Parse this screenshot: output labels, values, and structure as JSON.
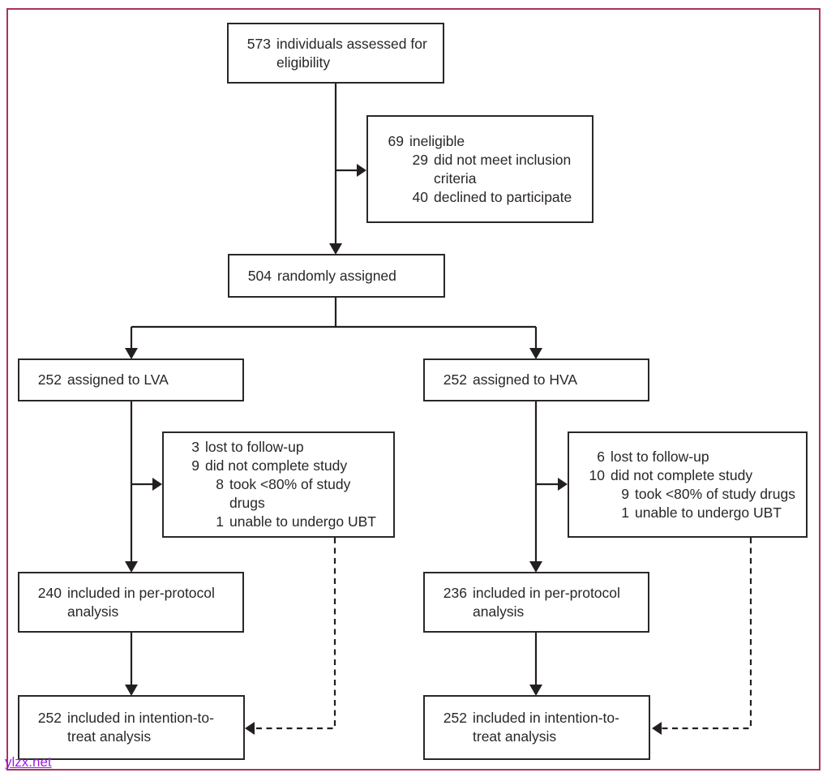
{
  "page": {
    "watermark": "ylzx.net"
  },
  "colors": {
    "frame_border": "#a83558",
    "box_border": "#2b2728",
    "text": "#2a2627",
    "connector": "#231f20",
    "watermark": "#a21ae8"
  },
  "diagram_type": "consort-flowchart",
  "boxes": {
    "assessed": {
      "lines": [
        {
          "num": "573",
          "text": "individuals assessed for eligibility"
        }
      ]
    },
    "ineligible": {
      "lines": [
        {
          "num": "69",
          "text": "ineligible"
        },
        {
          "num": "29",
          "text": "did not meet inclusion criteria"
        },
        {
          "num": "40",
          "text": "declined to participate"
        }
      ]
    },
    "randomized": {
      "lines": [
        {
          "num": "504",
          "text": "randomly assigned"
        }
      ]
    },
    "lva": {
      "lines": [
        {
          "num": "252",
          "text": "assigned to LVA"
        }
      ]
    },
    "hva": {
      "lines": [
        {
          "num": "252",
          "text": "assigned to HVA"
        }
      ]
    },
    "lost_lva": {
      "lines": [
        {
          "num": "3",
          "text": "lost to follow-up"
        },
        {
          "num": "9",
          "text": "did not complete study"
        },
        {
          "num": "8",
          "text": "took <80% of study drugs"
        },
        {
          "num": "1",
          "text": "unable to undergo UBT"
        }
      ]
    },
    "lost_hva": {
      "lines": [
        {
          "num": "6",
          "text": "lost to follow-up"
        },
        {
          "num": "10",
          "text": "did not complete study"
        },
        {
          "num": "9",
          "text": "took <80% of study drugs"
        },
        {
          "num": "1",
          "text": "unable to undergo UBT"
        }
      ]
    },
    "pp_lva": {
      "lines": [
        {
          "num": "240",
          "text": "included in per-protocol analysis"
        }
      ]
    },
    "pp_hva": {
      "lines": [
        {
          "num": "236",
          "text": "included in per-protocol analysis"
        }
      ]
    },
    "itt_lva": {
      "lines": [
        {
          "num": "252",
          "text": "included in intention-to-treat analysis"
        }
      ]
    },
    "itt_hva": {
      "lines": [
        {
          "num": "252",
          "text": "included in intention-to-treat analysis"
        }
      ]
    }
  }
}
